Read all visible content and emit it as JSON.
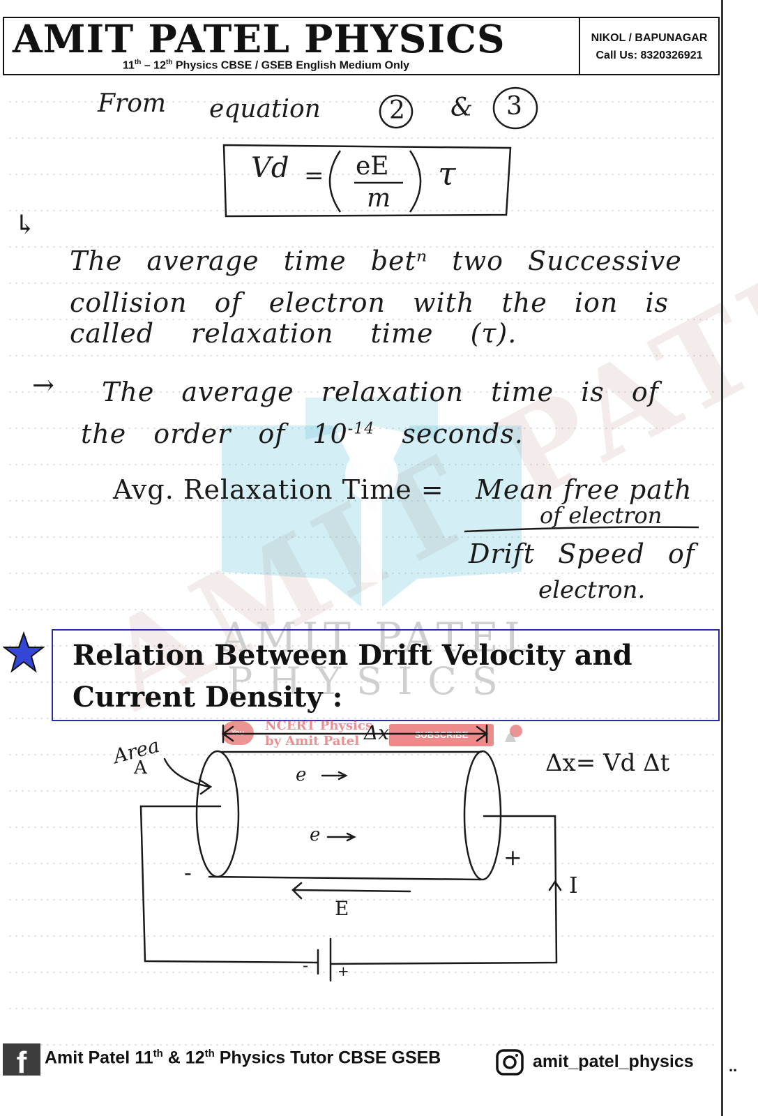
{
  "header": {
    "brand": "AMIT PATEL PHYSICS",
    "tag_pre": "11",
    "tag_sup1": "th",
    "tag_mid": " – 12",
    "tag_sup2": "th",
    "tag_post": " Physics CBSE / GSEB English Medium Only",
    "location": "NIKOL / BAPUNAGAR",
    "phone": "Call Us: 8320326921"
  },
  "notes": {
    "line1_from": "From",
    "line1_equation": "equation",
    "line1_num2": "2",
    "line1_amp": "&",
    "line1_num3": "3",
    "formula_lhs": "Vd",
    "formula_eq": "=",
    "formula_num": "eE",
    "formula_den": "m",
    "formula_tau": "τ",
    "bullet1": "↳",
    "para1_l1": "The average time betⁿ two Successive",
    "para1_l2": "collision of electron with the ion is",
    "para1_l3": "called relaxation time (τ).",
    "bullet2": "→",
    "para2_l1": "The average relaxation time is of",
    "para2_l2_a": "the order of 10",
    "para2_l2_exp": "-14",
    "para2_l2_b": " seconds.",
    "avg_label": "Avg. Relaxation Time =",
    "avg_num_1": "Mean free path",
    "avg_num_2": "of electron",
    "avg_den_1": "Drift Speed of",
    "avg_den_2": "electron."
  },
  "watermark": {
    "line1": "AMIT PATEL",
    "line2": "PHYSICS",
    "diagonal": "AMIT PATEL"
  },
  "section": {
    "title": "Relation Between Drift Velocity and Current Density :"
  },
  "banner": {
    "yt": "You Tube",
    "ncert_1": "NCERT Physics",
    "ncert_2": "by Amit Patel",
    "subscribe": "SUBSCRIBE"
  },
  "diagram": {
    "area_1": "Area",
    "area_2": "A",
    "dx_label": "Δx",
    "dx_formula": "Δx= Vd Δt",
    "electron_1": "e →",
    "electron_2": "e →",
    "minus": "-",
    "plus": "+",
    "field_label": "E",
    "current_label": "I",
    "battery_minus": "-",
    "battery_plus": "+"
  },
  "footer": {
    "fb_letter": "f",
    "left_a": "Amit Patel 11",
    "left_sup1": "th",
    "left_b": " & 12",
    "left_sup2": "th",
    "left_c": "  Physics Tutor CBSE GSEB",
    "instagram": "amit_patel_physics",
    "trail": ".."
  }
}
